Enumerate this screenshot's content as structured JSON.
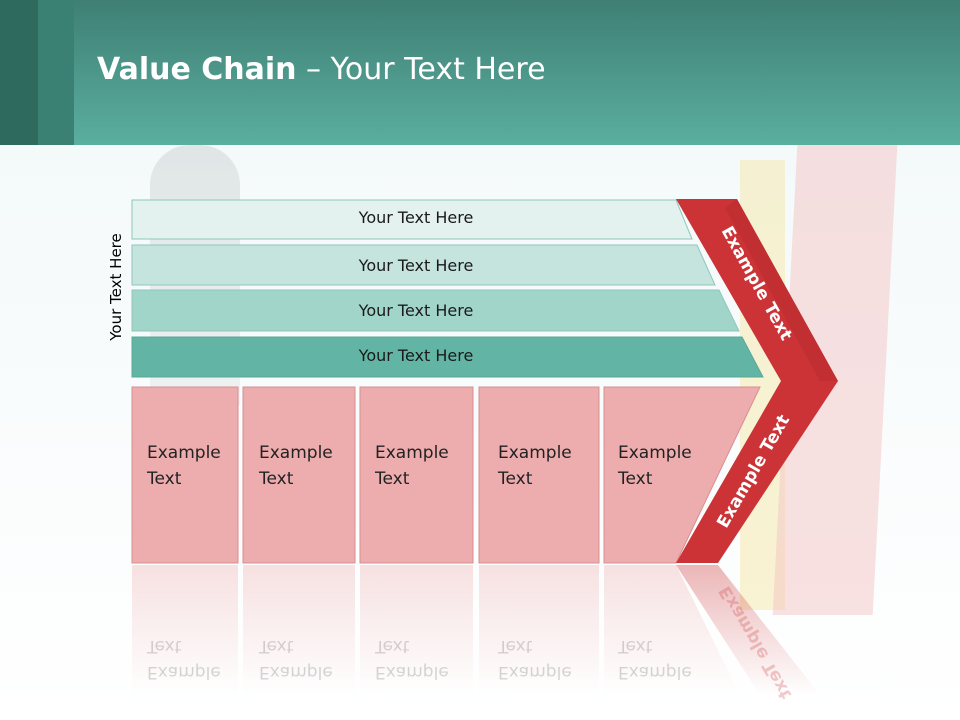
{
  "title": {
    "bold": "Value Chain",
    "rest": " – Your Text Here"
  },
  "side_label": "Your Text Here",
  "bands": [
    {
      "label": "Your Text Here",
      "color": "#e3f2ef"
    },
    {
      "label": "Your Text Here",
      "color": "#c4e4dd"
    },
    {
      "label": "Your Text Here",
      "color": "#a2d5ca"
    },
    {
      "label": "Your Text Here",
      "color": "#62b5a4"
    }
  ],
  "boxes": [
    {
      "line1": "Example",
      "line2": "Text"
    },
    {
      "line1": "Example",
      "line2": "Text"
    },
    {
      "line1": "Example",
      "line2": "Text"
    },
    {
      "line1": "Example",
      "line2": "Text"
    },
    {
      "line1": "Example",
      "line2": "Text"
    }
  ],
  "arrow_labels": {
    "upper": "Example Text",
    "lower": "Example Text"
  },
  "colors": {
    "arrow": "#cc3336",
    "box": "#edacad",
    "header": "#4e9d8d"
  }
}
